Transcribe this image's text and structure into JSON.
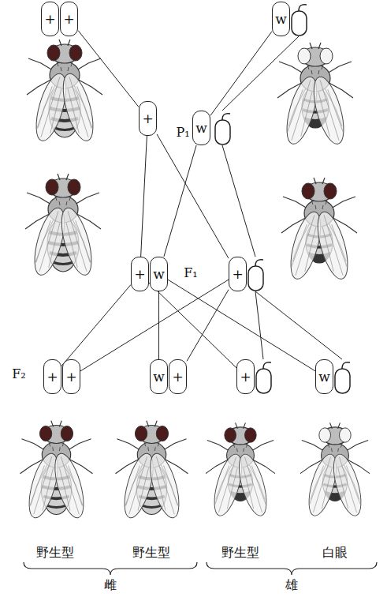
{
  "diagram": {
    "nodes": [
      {
        "text": [
          "+"
        ]
      },
      {
        "text": [
          "+"
        ]
      },
      {
        "text": [
          "w"
        ]
      },
      {
        "text": [
          "+"
        ]
      },
      {
        "text": [
          "w"
        ]
      },
      {
        "text": [
          "+"
        ]
      },
      {
        "text": [
          "w"
        ]
      },
      {
        "text": [
          "+"
        ]
      },
      {
        "text": [
          "+"
        ]
      },
      {
        "text": [
          "+"
        ]
      },
      {
        "text": [
          "w"
        ]
      },
      {
        "text": [
          "+"
        ]
      },
      {
        "text": [
          "+"
        ]
      },
      {
        "text": [
          "w"
        ]
      }
    ],
    "edges": [
      {
        "from": 1,
        "to": 3,
        "arrow": "none"
      },
      {
        "from": 2,
        "to": 4,
        "arrow": "none"
      },
      {
        "from": 3,
        "to": 5,
        "arrow": "none"
      },
      {
        "from": 3,
        "to": 7,
        "arrow": "none"
      },
      {
        "from": 4,
        "to": 6,
        "arrow": "none"
      },
      {
        "from": 5,
        "to": 8,
        "arrow": "none"
      },
      {
        "from": 5,
        "to": 12,
        "arrow": "none"
      },
      {
        "from": 6,
        "to": 10,
        "arrow": "none"
      },
      {
        "from": 6,
        "to": 13,
        "arrow": "none"
      },
      {
        "from": 7,
        "to": 9,
        "arrow": "none"
      },
      {
        "from": 7,
        "to": 11,
        "arrow": "none"
      }
    ],
    "labels": [
      "P₁",
      "F₁",
      "F₂",
      "野生型",
      "野生型",
      "野生型",
      "白眼",
      "雌",
      "雄"
    ]
  }
}
